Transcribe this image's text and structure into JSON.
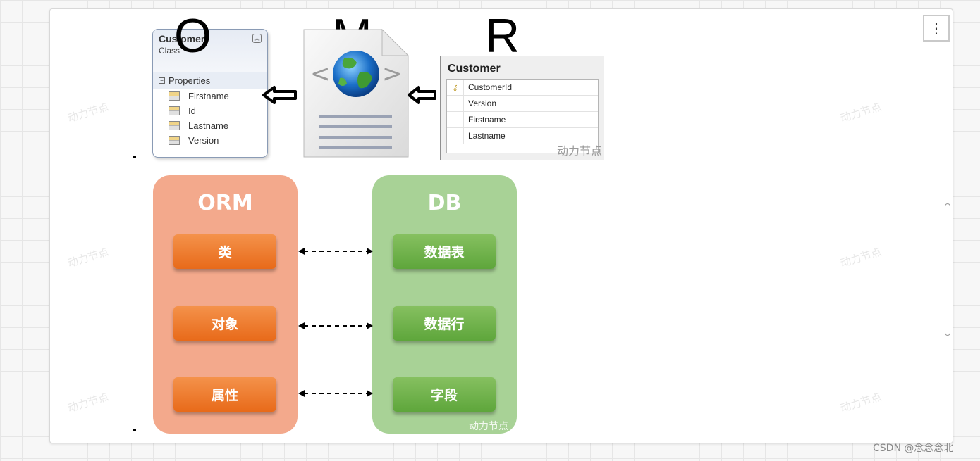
{
  "menu": {
    "more_label": "⋮"
  },
  "watermark": "动力节点",
  "omr": {
    "letters": [
      "O",
      "M",
      "R"
    ],
    "class_box": {
      "title": "Customer",
      "subtitle": "Class",
      "section": "Properties",
      "properties": [
        "Firstname",
        "Id",
        "Lastname",
        "Version"
      ]
    },
    "table": {
      "title": "Customer",
      "columns": [
        "CustomerId",
        "Version",
        "Firstname",
        "Lastname"
      ],
      "watermark": "动力节点"
    }
  },
  "mapping": {
    "orm_title": "ORM",
    "db_title": "DB",
    "orm_items": [
      "类",
      "对象",
      "属性"
    ],
    "db_items": [
      "数据表",
      "数据行",
      "字段"
    ],
    "watermark": "动力节点"
  },
  "footer": "CSDN @念念念北"
}
